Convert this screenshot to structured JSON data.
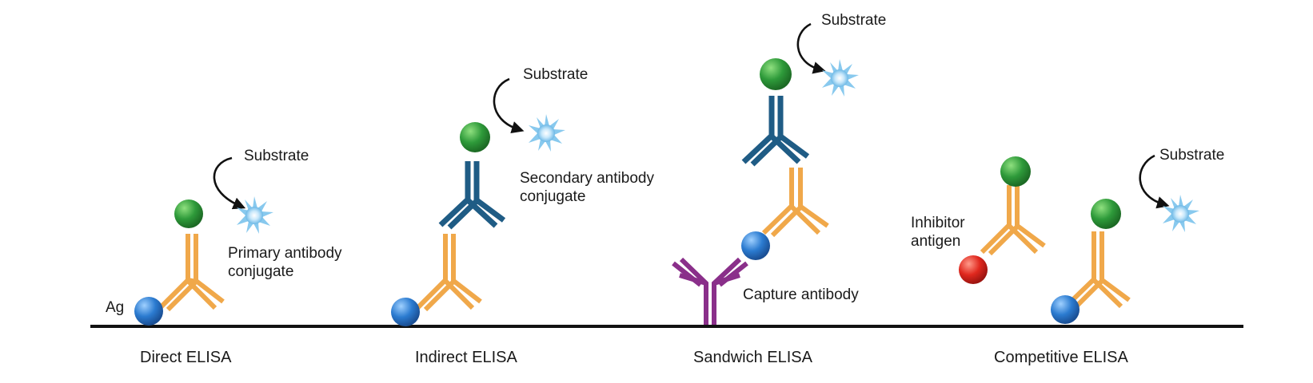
{
  "labels": {
    "ag": "Ag",
    "substrate": "Substrate",
    "primary_conjugate": "Primary antibody\nconjugate",
    "secondary_conjugate": "Secondary antibody\nconjugate",
    "capture_antibody": "Capture antibody",
    "inhibitor_antigen": "Inhibitor\nantigen"
  },
  "panels": [
    {
      "caption": "Direct ELISA"
    },
    {
      "caption": "Indirect ELISA"
    },
    {
      "caption": "Sandwich ELISA"
    },
    {
      "caption": "Competitive ELISA"
    }
  ],
  "colors": {
    "primary_antibody": "#f0a84a",
    "secondary_antibody": "#1f5c85",
    "capture_antibody": "#8a2f8a",
    "antigen": "#2b7bd0",
    "enzyme": "#2e9a3a",
    "inhibitor_antigen": "#e0281e",
    "substrate": "#7cc3ec",
    "baseline": "#111111"
  }
}
